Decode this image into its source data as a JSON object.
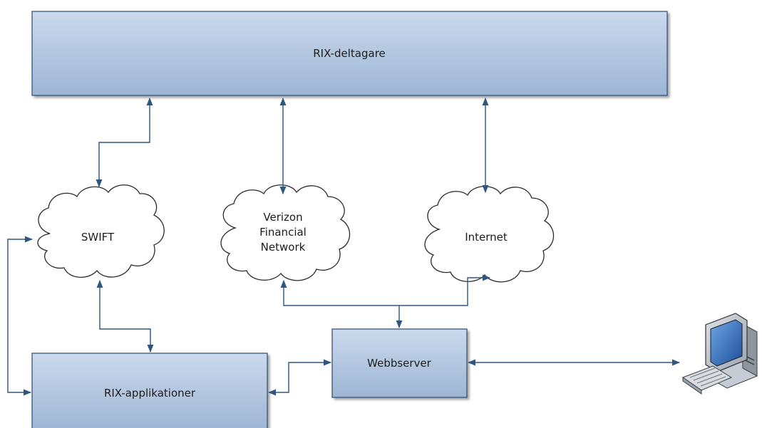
{
  "diagram": {
    "nodes": {
      "rix_deltagare": "RIX-deltagare",
      "swift": "SWIFT",
      "verizon": [
        "Verizon",
        "Financial",
        "Network"
      ],
      "internet": "Internet",
      "webbserver": "Webbserver",
      "rix_applikationer": "RIX-applikationer"
    },
    "icons": {
      "computer": "computer-workstation-icon"
    },
    "colors": {
      "box_top": "#c9d7ea",
      "box_bottom": "#9fb7d6",
      "connector": "#2f5680"
    }
  }
}
